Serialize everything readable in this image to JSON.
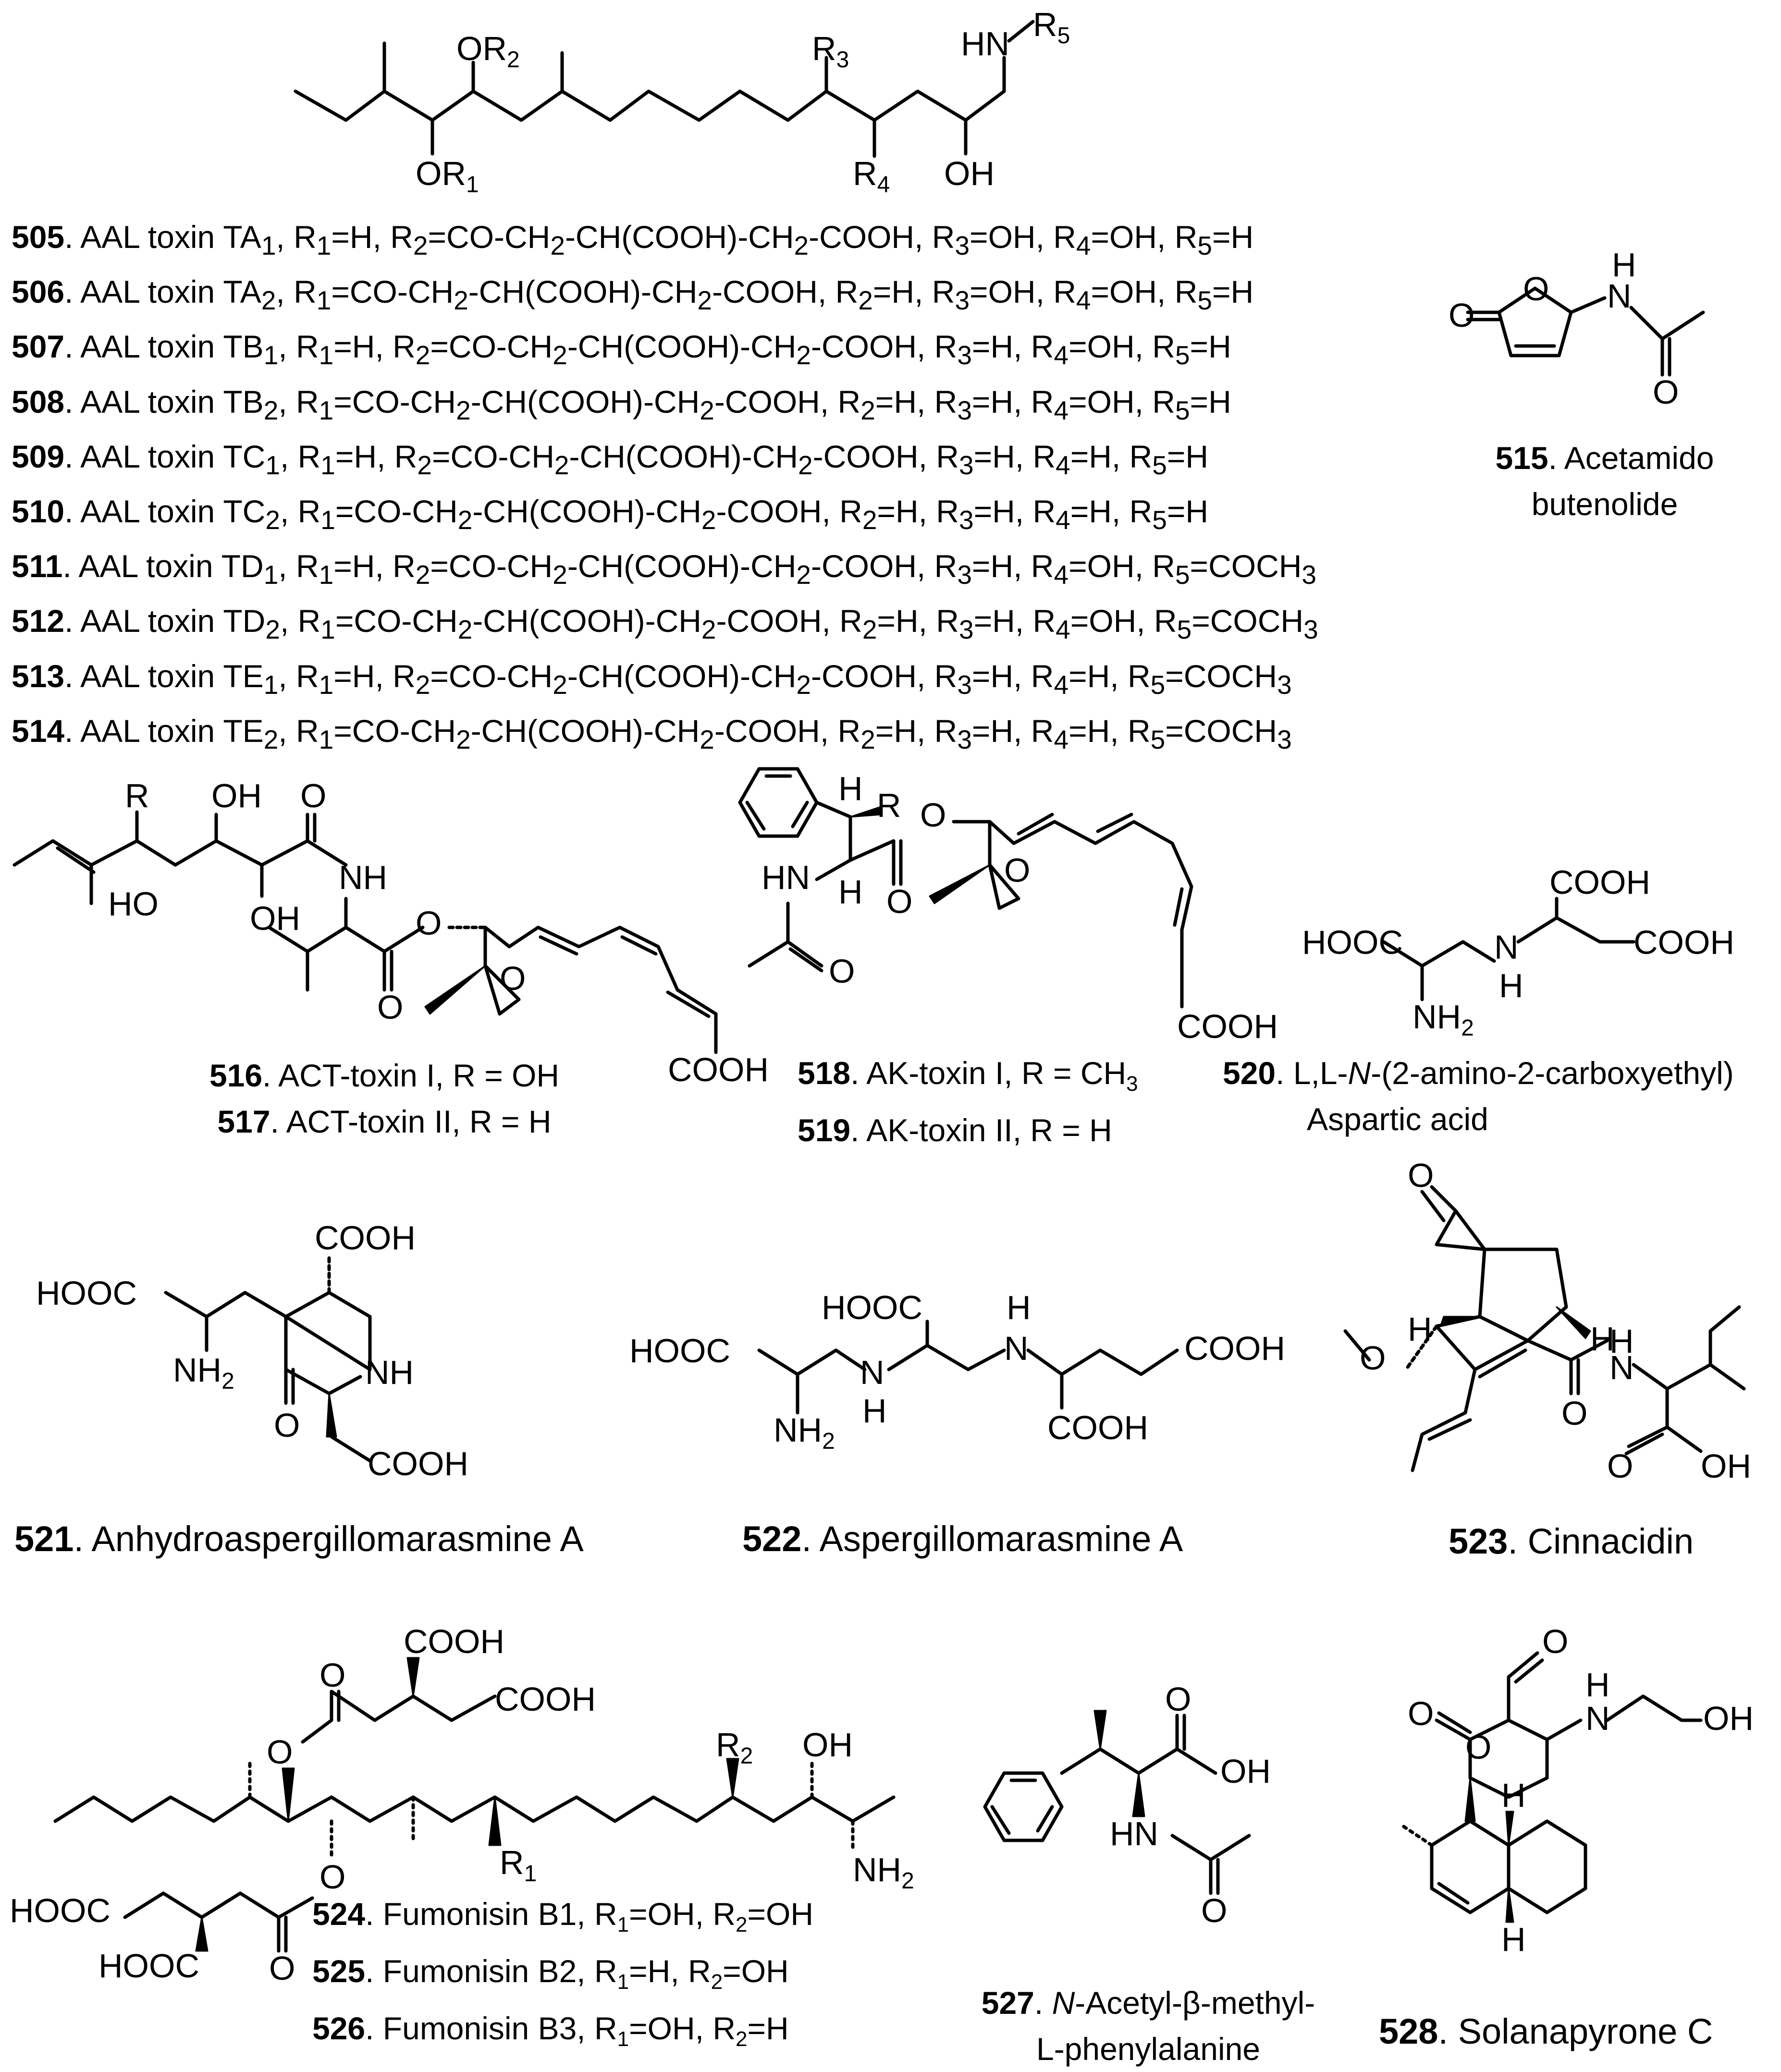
{
  "aal_toxins": [
    {
      "id": "505",
      "name": "AAL toxin TA",
      "sub": "1",
      "r1": "H",
      "r2": "CO-CH2-CH(COOH)-CH2-COOH",
      "r3": "OH",
      "r4": "OH",
      "r5": "H"
    },
    {
      "id": "506",
      "name": "AAL toxin TA",
      "sub": "2",
      "r1": "CO-CH2-CH(COOH)-CH2-COOH",
      "r2": "H",
      "r3": "OH",
      "r4": "OH",
      "r5": "H"
    },
    {
      "id": "507",
      "name": "AAL toxin TB",
      "sub": "1",
      "r1": "H",
      "r2": "CO-CH2-CH(COOH)-CH2-COOH",
      "r3": "H",
      "r4": "OH",
      "r5": "H"
    },
    {
      "id": "508",
      "name": "AAL toxin TB",
      "sub": "2",
      "r1": "CO-CH2-CH(COOH)-CH2-COOH",
      "r2": "H",
      "r3": "H",
      "r4": "OH",
      "r5": "H"
    },
    {
      "id": "509",
      "name": "AAL toxin TC",
      "sub": "1",
      "r1": "H",
      "r2": "CO-CH2-CH(COOH)-CH2-COOH",
      "r3": "H",
      "r4": "H",
      "r5": "H"
    },
    {
      "id": "510",
      "name": "AAL toxin TC",
      "sub": "2",
      "r1": "CO-CH2-CH(COOH)-CH2-COOH",
      "r2": "H",
      "r3": "H",
      "r4": "H",
      "r5": "H"
    },
    {
      "id": "511",
      "name": "AAL toxin TD",
      "sub": "1",
      "r1": "H",
      "r2": "CO-CH2-CH(COOH)-CH2-COOH",
      "r3": "H",
      "r4": "OH",
      "r5": "COCH3"
    },
    {
      "id": "512",
      "name": "AAL toxin TD",
      "sub": "2",
      "r1": "CO-CH2-CH(COOH)-CH2-COOH",
      "r2": "H",
      "r3": "H",
      "r4": "OH",
      "r5": "COCH3"
    },
    {
      "id": "513",
      "name": "AAL toxin TE",
      "sub": "1",
      "r1": "H",
      "r2": "CO-CH2-CH(COOH)-CH2-COOH",
      "r3": "H",
      "r4": "H",
      "r5": "COCH3"
    },
    {
      "id": "514",
      "name": "AAL toxin TE",
      "sub": "2",
      "r1": "CO-CH2-CH(COOH)-CH2-COOH",
      "r2": "H",
      "r3": "H",
      "r4": "H",
      "r5": "COCH3"
    }
  ],
  "compounds": {
    "c515": {
      "num": "515",
      "name_line1": "Acetamido",
      "name_line2": "butenolide"
    },
    "c516": {
      "num": "516",
      "name": "ACT-toxin I, R = OH"
    },
    "c517": {
      "num": "517",
      "name": "ACT-toxin II, R = H"
    },
    "c518": {
      "num": "518",
      "name": "AK-toxin I, R = CH",
      "name_sub": "3"
    },
    "c519": {
      "num": "519",
      "name": "AK-toxin II, R = H"
    },
    "c520": {
      "num": "520",
      "name_prefix": "L,L-",
      "name_italic": "N",
      "name_rest": "-(2-amino-2-carboxyethyl)",
      "name_line2": "Aspartic acid"
    },
    "c521": {
      "num": "521",
      "name": "Anhydroaspergillomarasmine A"
    },
    "c522": {
      "num": "522",
      "name": "Aspergillomarasmine A"
    },
    "c523": {
      "num": "523",
      "name": "Cinnacidin"
    },
    "c524": {
      "num": "524",
      "name": "Fumonisin B1, R",
      "r1": "OH",
      "r2": "OH"
    },
    "c525": {
      "num": "525",
      "name": "Fumonisin B2, R",
      "r1": "H",
      "r2": "OH"
    },
    "c526": {
      "num": "526",
      "name": "Fumonisin B3, R",
      "r1": "OH",
      "r2": "H"
    },
    "c527": {
      "num": "527",
      "name_italic": "N",
      "name_rest": "-Acetyl-β-methyl-",
      "name_line2": "L-phenylalanine"
    },
    "c528": {
      "num": "528",
      "name": "Solanapyrone C"
    }
  },
  "atom_labels": {
    "or1": "OR",
    "or2": "OR",
    "r3": "R",
    "r4": "R",
    "hn": "HN",
    "r5": "R",
    "oh": "OH",
    "o": "O",
    "h": "H",
    "n": "N",
    "nh": "NH",
    "ho": "HO",
    "r": "R",
    "cooh": "COOH",
    "hooc": "HOOC",
    "nh2": "NH",
    "sub2": "2",
    "sub1": "1",
    "sub3": "3",
    "sub4": "4",
    "sub5": "5"
  }
}
